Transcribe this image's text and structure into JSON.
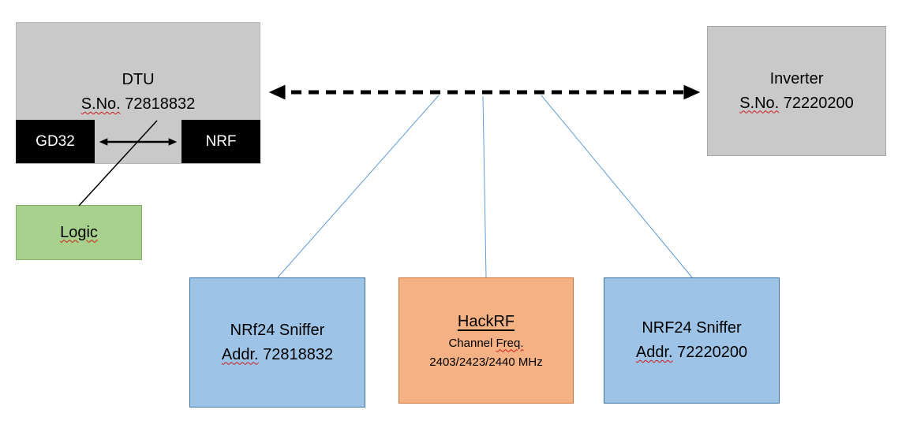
{
  "dtu": {
    "title": "DTU",
    "serial_prefix": "S.No.",
    "serial_number": "72818832"
  },
  "gd32": {
    "label": "GD32"
  },
  "nrf": {
    "label": "NRF"
  },
  "logic": {
    "label": "Logic"
  },
  "inverter": {
    "title": "Inverter",
    "serial_prefix": "S.No.",
    "serial_number": "72220200"
  },
  "sniffer_left": {
    "title": "NRf24 Sniffer",
    "addr_prefix": "Addr.",
    "addr_number": "72818832"
  },
  "hackrf": {
    "title": "HackRF",
    "channel_word": "Channel",
    "freq_word": "Freq.",
    "frequencies": "2403/2423/2440 MHz"
  },
  "sniffer_right": {
    "title": "NRF24 Sniffer",
    "addr_prefix": "Addr.",
    "addr_number": "72220200"
  },
  "colors": {
    "gray_fill": "#c9c9c9",
    "black_fill": "#000000",
    "green_fill": "#a9d18e",
    "blue_fill": "#9dc3e6",
    "orange_fill": "#f4b183",
    "connector_blue": "#5b9bd5",
    "arrow_black": "#000000",
    "spellcheck_red": "#d11a1a"
  }
}
